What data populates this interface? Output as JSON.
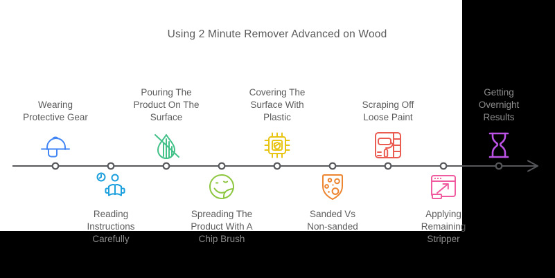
{
  "title": "Using 2 Minute Remover Advanced on Wood",
  "canvas": {
    "background": "#ffffff",
    "mask_color": "#000000",
    "line_color": "#55575a",
    "label_color": "#5b5b5b",
    "label_on_black_color": "#8d8d8d"
  },
  "steps_top": [
    {
      "lines": [
        "Wearing",
        "Protective Gear"
      ],
      "icon": "hard-hat",
      "color": "#4285f4"
    },
    {
      "lines": [
        "Pouring The",
        "Product On The",
        "Surface"
      ],
      "icon": "no-drip-droplet",
      "color": "#41c088"
    },
    {
      "lines": [
        "Covering The",
        "Surface With",
        "Plastic"
      ],
      "icon": "chip-shield",
      "color": "#e8c413"
    },
    {
      "lines": [
        "Scraping Off",
        "Loose Paint"
      ],
      "icon": "paint-roller-wall",
      "color": "#ea5c51"
    },
    {
      "lines": [
        "Getting",
        "Overnight",
        "Results"
      ],
      "icon": "hourglass",
      "color": "#bd53e6"
    }
  ],
  "steps_bottom": [
    {
      "lines": [
        "Reading",
        "Instructions",
        "Carefully"
      ],
      "icon": "person-reading-clock",
      "color": "#1b9fdd"
    },
    {
      "lines": [
        "Spreading The",
        "Product With A",
        "Chip Brush"
      ],
      "icon": "sticker-smiley",
      "color": "#8dc63f"
    },
    {
      "lines": [
        "Sanded Vs",
        "Non-sanded"
      ],
      "icon": "dotted-shield",
      "color": "#ec8430"
    },
    {
      "lines": [
        "Applying",
        "Remaining",
        "Stripper"
      ],
      "icon": "export-window",
      "color": "#f05a9e"
    }
  ]
}
